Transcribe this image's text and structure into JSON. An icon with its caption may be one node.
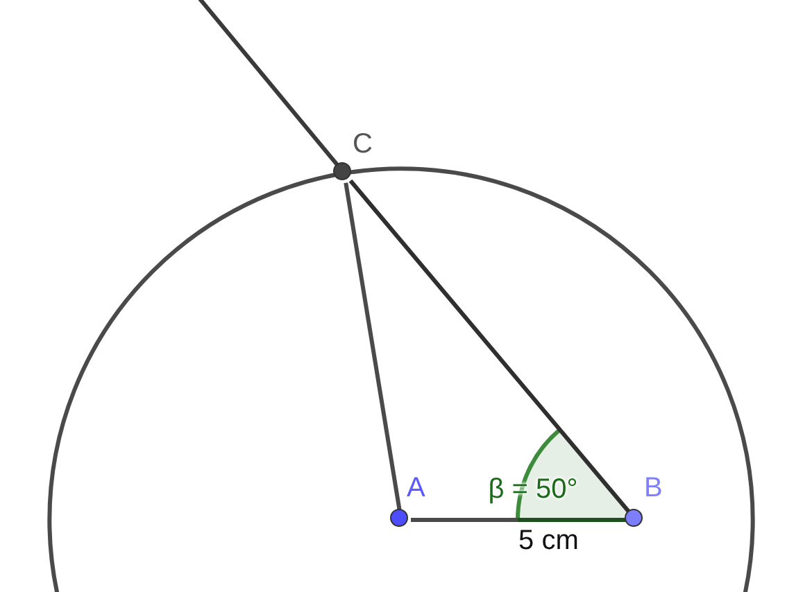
{
  "diagram": {
    "nodes": [
      {
        "text": [
          "A"
        ]
      },
      {
        "text": [
          "B"
        ]
      },
      {
        "text": [
          "C"
        ]
      }
    ],
    "edges": [
      {
        "from": 0,
        "to": 1,
        "arrow": "none",
        "label": "5 cm"
      },
      {
        "from": 0,
        "to": 2,
        "arrow": "none"
      },
      {
        "from": 1,
        "to": 2,
        "arrow": "none"
      },
      {
        "from": 2,
        "to": null,
        "arrow": "none"
      }
    ],
    "labels": [
      "β = 50°"
    ]
  }
}
